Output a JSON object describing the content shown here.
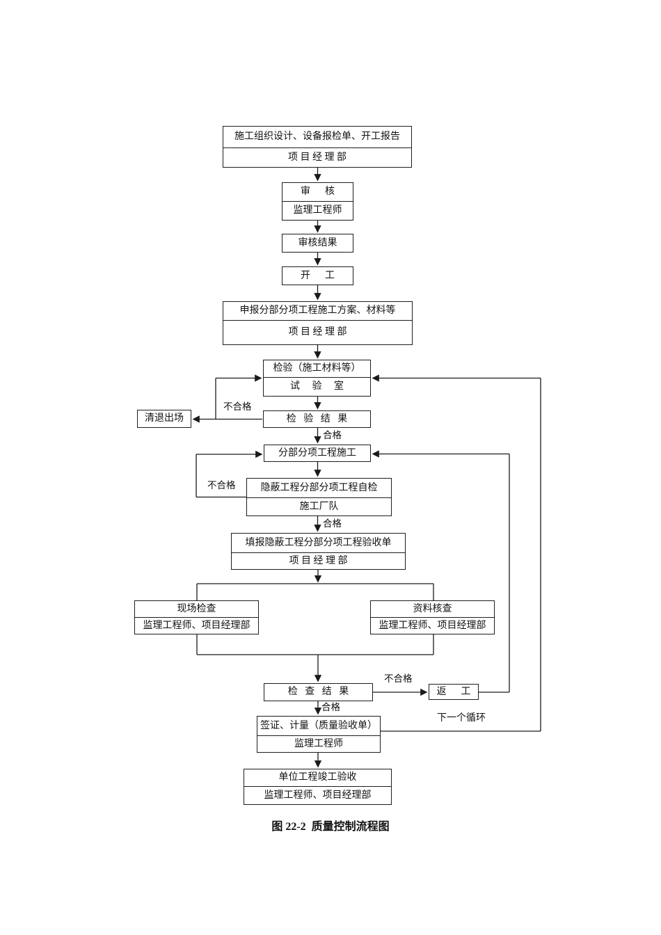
{
  "page": {
    "background": "#ffffff",
    "line_color": "#1a1a1a"
  },
  "caption": "图 22-2  质量控制流程图",
  "nodes": {
    "start": {
      "title": "施工组织设计、设备报检单、开工报告",
      "dept": "项 目 经 理 部"
    },
    "review": {
      "title": "审      核",
      "dept": "监理工程师"
    },
    "review_result": {
      "title": "审核结果"
    },
    "commence": {
      "title": "开      工"
    },
    "declare": {
      "title": "申报分部分项工程施工方案、材料等",
      "dept": "项 目 经 理 部"
    },
    "material_test": {
      "title": "检验（施工材料等）",
      "dept": "试     验     室"
    },
    "test_result": {
      "title": "检   验   结   果"
    },
    "clear_out": {
      "title": "清退出场"
    },
    "construction": {
      "title": "分部分项工程施工"
    },
    "self_check": {
      "title": "隐蔽工程分部分项工程自检",
      "dept": "施工厂队"
    },
    "acceptance_form": {
      "title": "填报隐蔽工程分部分项工程验收单",
      "dept": "项 目 经 理 部"
    },
    "site_check": {
      "title": "现场检查",
      "dept": "监理工程师、项目经理部"
    },
    "data_check": {
      "title": "资料核查",
      "dept": "监理工程师、项目经理部"
    },
    "check_result": {
      "title": "检   查   结   果"
    },
    "rework": {
      "title": "返      工"
    },
    "sign_measure": {
      "title": "签证、计量（质量验收单）",
      "dept": "监理工程师"
    },
    "completion": {
      "title": "单位工程竣工验收",
      "dept": "监理工程师、项目经理部"
    }
  },
  "edge_labels": {
    "material_fail": "不合格",
    "material_pass": "合格",
    "self_check_fail": "不合格",
    "self_check_pass": "合格",
    "check_fail": "不合格",
    "check_pass": "合格",
    "next_cycle": "下一个循环"
  }
}
